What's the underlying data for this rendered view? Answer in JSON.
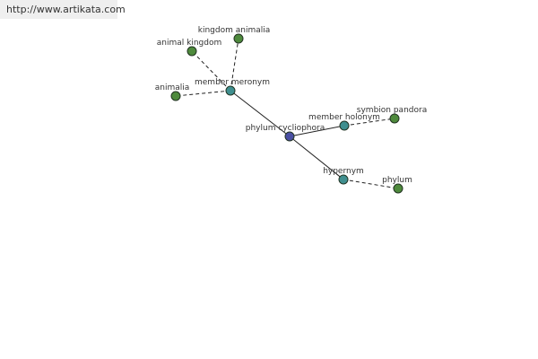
{
  "watermark": {
    "text": "http://www.artikata.com"
  },
  "colors": {
    "center_node": "#4a4fa3",
    "relation_node": "#3f8f8f",
    "term_node": "#4e8a3c",
    "watermark_bg": "#efefef"
  },
  "graph": {
    "nodes": {
      "phylum_cycliophora": {
        "label": "phylum cycliophora",
        "kind": "center"
      },
      "member_meronym": {
        "label": "member meronym",
        "kind": "relation"
      },
      "member_holonym": {
        "label": "member holonym",
        "kind": "relation"
      },
      "hypernym": {
        "label": "hypernym",
        "kind": "relation"
      },
      "kingdom_animalia": {
        "label": "kingdom animalia",
        "kind": "term"
      },
      "animal_kingdom": {
        "label": "animal kingdom",
        "kind": "term"
      },
      "animalia": {
        "label": "animalia",
        "kind": "term"
      },
      "symbion_pandora": {
        "label": "symbion pandora",
        "kind": "term"
      },
      "phylum": {
        "label": "phylum",
        "kind": "term"
      }
    },
    "edges": [
      {
        "from": "phylum_cycliophora",
        "to": "member_meronym",
        "style": "solid"
      },
      {
        "from": "phylum_cycliophora",
        "to": "member_holonym",
        "style": "solid"
      },
      {
        "from": "phylum_cycliophora",
        "to": "hypernym",
        "style": "solid"
      },
      {
        "from": "member_meronym",
        "to": "kingdom_animalia",
        "style": "dashed"
      },
      {
        "from": "member_meronym",
        "to": "animal_kingdom",
        "style": "dashed"
      },
      {
        "from": "member_meronym",
        "to": "animalia",
        "style": "dashed"
      },
      {
        "from": "member_holonym",
        "to": "symbion_pandora",
        "style": "dashed"
      },
      {
        "from": "hypernym",
        "to": "phylum",
        "style": "dashed"
      }
    ]
  }
}
